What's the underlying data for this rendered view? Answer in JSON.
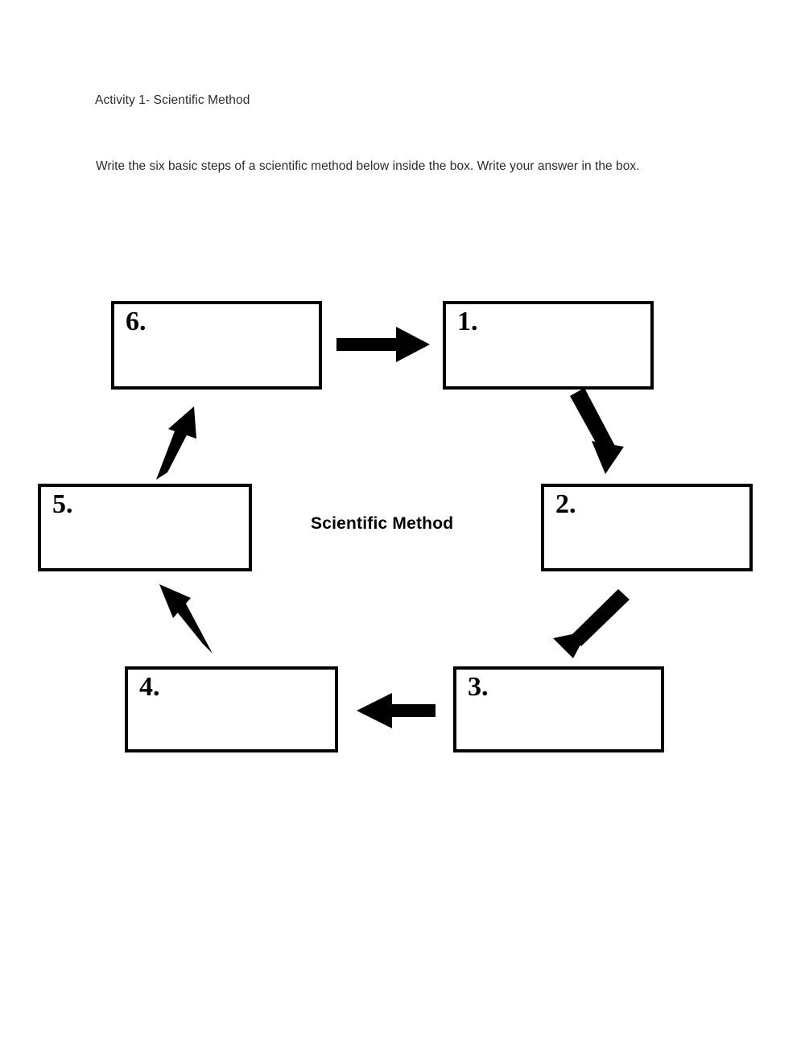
{
  "document": {
    "title": "Activity 1- Scientific Method",
    "instruction": "Write the six basic steps of a scientific method below inside the box. Write your answer in the box.",
    "page_background": "#ffffff",
    "ink_color": "#000000"
  },
  "diagram": {
    "center_label": "Scientific Method",
    "type": "cycle",
    "box_count": 6,
    "boxes": [
      {
        "id": "box-1",
        "number": "1.",
        "answer": "",
        "position": "top-right"
      },
      {
        "id": "box-2",
        "number": "2.",
        "answer": "",
        "position": "middle-right"
      },
      {
        "id": "box-3",
        "number": "3.",
        "answer": "",
        "position": "bottom-right"
      },
      {
        "id": "box-4",
        "number": "4.",
        "answer": "",
        "position": "bottom-left"
      },
      {
        "id": "box-5",
        "number": "5.",
        "answer": "",
        "position": "middle-left"
      },
      {
        "id": "box-6",
        "number": "6.",
        "answer": "",
        "position": "top-left"
      }
    ],
    "arrows": [
      {
        "id": "arrow-6-to-1",
        "from": "box-6",
        "to": "box-1",
        "direction": "right"
      },
      {
        "id": "arrow-1-to-2",
        "from": "box-1",
        "to": "box-2",
        "direction": "down-right"
      },
      {
        "id": "arrow-2-to-3",
        "from": "box-2",
        "to": "box-3",
        "direction": "down-left"
      },
      {
        "id": "arrow-3-to-4",
        "from": "box-3",
        "to": "box-4",
        "direction": "left"
      },
      {
        "id": "arrow-4-to-5",
        "from": "box-4",
        "to": "box-5",
        "direction": "up-left"
      },
      {
        "id": "arrow-5-to-6",
        "from": "box-5",
        "to": "box-6",
        "direction": "up-right"
      }
    ]
  }
}
